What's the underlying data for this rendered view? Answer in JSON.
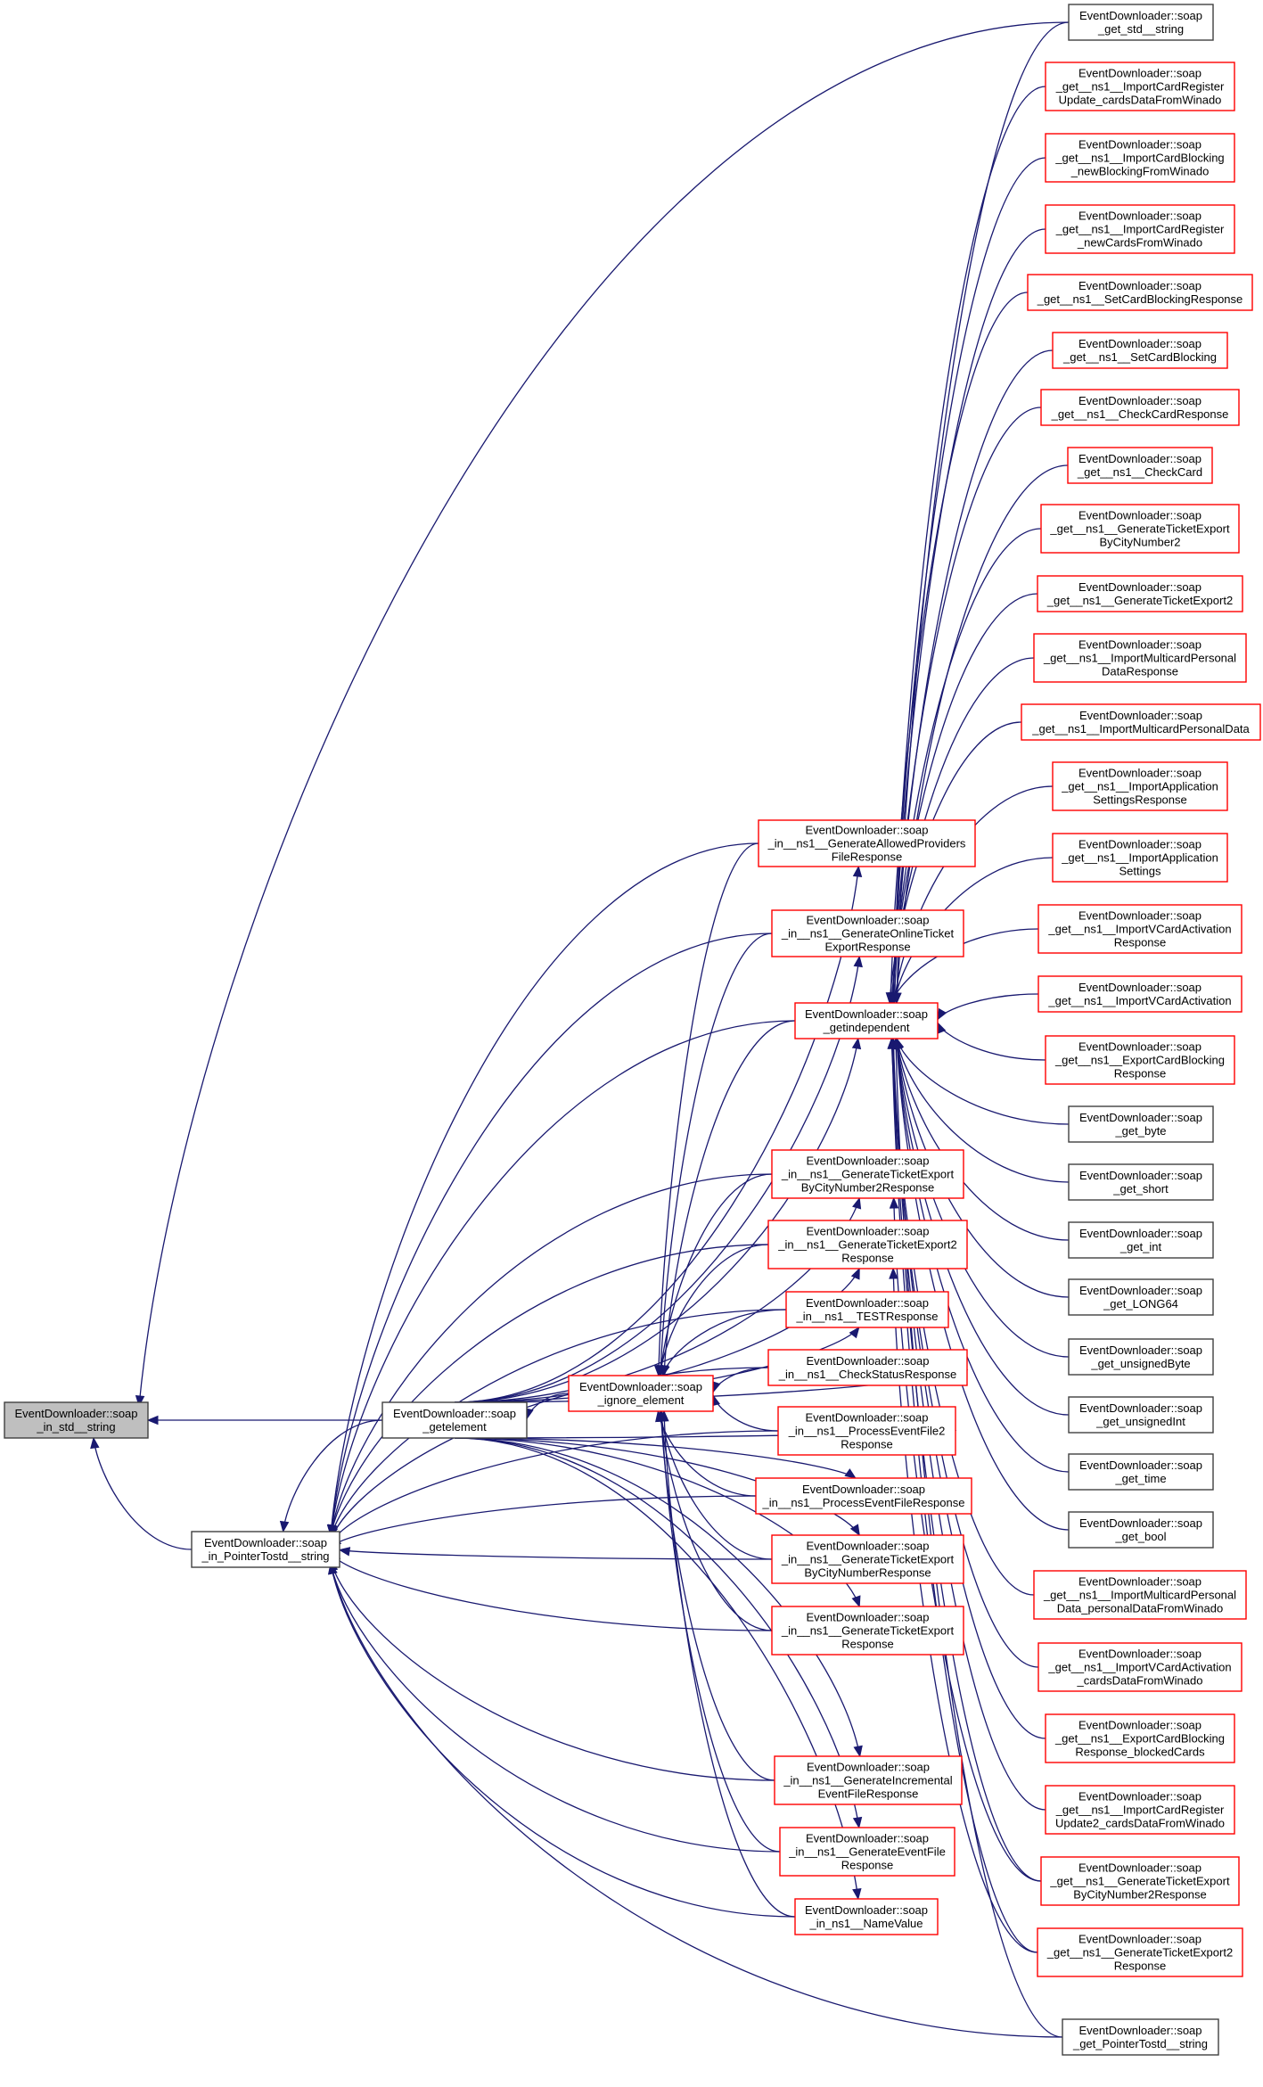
{
  "graph": {
    "type": "caller-graph",
    "colors": {
      "edge": "#191970",
      "root_fill": "#bfbfbf",
      "normal_border": "#404040",
      "linked_border": "#ff0000",
      "fill": "#ffffff"
    },
    "nodes": [
      {
        "id": "root",
        "lines": [
          "EventDownloader::soap",
          "_in_std__string"
        ],
        "style": "root"
      },
      {
        "id": "in_ptr",
        "lines": [
          "EventDownloader::soap",
          "_in_PointerTostd__string"
        ],
        "style": "normal"
      },
      {
        "id": "getelement",
        "lines": [
          "EventDownloader::soap",
          "_getelement"
        ],
        "style": "normal"
      },
      {
        "id": "ignore",
        "lines": [
          "EventDownloader::soap",
          "_ignore_element"
        ],
        "style": "linked"
      },
      {
        "id": "getindep",
        "lines": [
          "EventDownloader::soap",
          "_getindependent"
        ],
        "style": "linked"
      },
      {
        "id": "in_allowed",
        "lines": [
          "EventDownloader::soap",
          "_in__ns1__GenerateAllowedProviders",
          "FileResponse"
        ],
        "style": "linked"
      },
      {
        "id": "in_online",
        "lines": [
          "EventDownloader::soap",
          "_in__ns1__GenerateOnlineTicket",
          "ExportResponse"
        ],
        "style": "linked"
      },
      {
        "id": "in_bycity2",
        "lines": [
          "EventDownloader::soap",
          "_in__ns1__GenerateTicketExport",
          "ByCityNumber2Response"
        ],
        "style": "linked"
      },
      {
        "id": "in_export2",
        "lines": [
          "EventDownloader::soap",
          "_in__ns1__GenerateTicketExport2",
          "Response"
        ],
        "style": "linked"
      },
      {
        "id": "in_test",
        "lines": [
          "EventDownloader::soap",
          "_in__ns1__TESTResponse"
        ],
        "style": "linked"
      },
      {
        "id": "in_checkstatus",
        "lines": [
          "EventDownloader::soap",
          "_in__ns1__CheckStatusResponse"
        ],
        "style": "linked"
      },
      {
        "id": "in_process2",
        "lines": [
          "EventDownloader::soap",
          "_in__ns1__ProcessEventFile2",
          "Response"
        ],
        "style": "linked"
      },
      {
        "id": "in_process",
        "lines": [
          "EventDownloader::soap",
          "_in__ns1__ProcessEventFileResponse"
        ],
        "style": "linked"
      },
      {
        "id": "in_bycity",
        "lines": [
          "EventDownloader::soap",
          "_in__ns1__GenerateTicketExport",
          "ByCityNumberResponse"
        ],
        "style": "linked"
      },
      {
        "id": "in_export",
        "lines": [
          "EventDownloader::soap",
          "_in__ns1__GenerateTicketExport",
          "Response"
        ],
        "style": "linked"
      },
      {
        "id": "in_incremental",
        "lines": [
          "EventDownloader::soap",
          "_in__ns1__GenerateIncremental",
          "EventFileResponse"
        ],
        "style": "linked"
      },
      {
        "id": "in_eventfile",
        "lines": [
          "EventDownloader::soap",
          "_in__ns1__GenerateEventFile",
          "Response"
        ],
        "style": "linked"
      },
      {
        "id": "in_namevalue",
        "lines": [
          "EventDownloader::soap",
          "_in_ns1__NameValue"
        ],
        "style": "linked"
      },
      {
        "id": "get_std_string",
        "lines": [
          "EventDownloader::soap",
          "_get_std__string"
        ],
        "style": "normal"
      },
      {
        "id": "get_icr_update",
        "lines": [
          "EventDownloader::soap",
          "_get__ns1__ImportCardRegister",
          "Update_cardsDataFromWinado"
        ],
        "style": "linked"
      },
      {
        "id": "get_icb_new",
        "lines": [
          "EventDownloader::soap",
          "_get__ns1__ImportCardBlocking",
          "_newBlockingFromWinado"
        ],
        "style": "linked"
      },
      {
        "id": "get_icr_new",
        "lines": [
          "EventDownloader::soap",
          "_get__ns1__ImportCardRegister",
          "_newCardsFromWinado"
        ],
        "style": "linked"
      },
      {
        "id": "get_setblock_resp",
        "lines": [
          "EventDownloader::soap",
          "_get__ns1__SetCardBlockingResponse"
        ],
        "style": "linked"
      },
      {
        "id": "get_setblock",
        "lines": [
          "EventDownloader::soap",
          "_get__ns1__SetCardBlocking"
        ],
        "style": "linked"
      },
      {
        "id": "get_checkcard_resp",
        "lines": [
          "EventDownloader::soap",
          "_get__ns1__CheckCardResponse"
        ],
        "style": "linked"
      },
      {
        "id": "get_checkcard",
        "lines": [
          "EventDownloader::soap",
          "_get__ns1__CheckCard"
        ],
        "style": "linked"
      },
      {
        "id": "get_bycity2",
        "lines": [
          "EventDownloader::soap",
          "_get__ns1__GenerateTicketExport",
          "ByCityNumber2"
        ],
        "style": "linked"
      },
      {
        "id": "get_export2",
        "lines": [
          "EventDownloader::soap",
          "_get__ns1__GenerateTicketExport2"
        ],
        "style": "linked"
      },
      {
        "id": "get_impmulti_resp",
        "lines": [
          "EventDownloader::soap",
          "_get__ns1__ImportMulticardPersonal",
          "DataResponse"
        ],
        "style": "linked"
      },
      {
        "id": "get_impmulti",
        "lines": [
          "EventDownloader::soap",
          "_get__ns1__ImportMulticardPersonalData"
        ],
        "style": "linked"
      },
      {
        "id": "get_appsettings_resp",
        "lines": [
          "EventDownloader::soap",
          "_get__ns1__ImportApplication",
          "SettingsResponse"
        ],
        "style": "linked"
      },
      {
        "id": "get_appsettings",
        "lines": [
          "EventDownloader::soap",
          "_get__ns1__ImportApplication",
          "Settings"
        ],
        "style": "linked"
      },
      {
        "id": "get_vcard_resp",
        "lines": [
          "EventDownloader::soap",
          "_get__ns1__ImportVCardActivation",
          "Response"
        ],
        "style": "linked"
      },
      {
        "id": "get_vcard",
        "lines": [
          "EventDownloader::soap",
          "_get__ns1__ImportVCardActivation"
        ],
        "style": "linked"
      },
      {
        "id": "get_exportblock_resp",
        "lines": [
          "EventDownloader::soap",
          "_get__ns1__ExportCardBlocking",
          "Response"
        ],
        "style": "linked"
      },
      {
        "id": "get_byte",
        "lines": [
          "EventDownloader::soap",
          "_get_byte"
        ],
        "style": "normal"
      },
      {
        "id": "get_short",
        "lines": [
          "EventDownloader::soap",
          "_get_short"
        ],
        "style": "normal"
      },
      {
        "id": "get_int",
        "lines": [
          "EventDownloader::soap",
          "_get_int"
        ],
        "style": "normal"
      },
      {
        "id": "get_long64",
        "lines": [
          "EventDownloader::soap",
          "_get_LONG64"
        ],
        "style": "normal"
      },
      {
        "id": "get_ubyte",
        "lines": [
          "EventDownloader::soap",
          "_get_unsignedByte"
        ],
        "style": "normal"
      },
      {
        "id": "get_uint",
        "lines": [
          "EventDownloader::soap",
          "_get_unsignedInt"
        ],
        "style": "normal"
      },
      {
        "id": "get_time",
        "lines": [
          "EventDownloader::soap",
          "_get_time"
        ],
        "style": "normal"
      },
      {
        "id": "get_bool",
        "lines": [
          "EventDownloader::soap",
          "_get_bool"
        ],
        "style": "normal"
      },
      {
        "id": "get_impmulti_pd",
        "lines": [
          "EventDownloader::soap",
          "_get__ns1__ImportMulticardPersonal",
          "Data_personalDataFromWinado"
        ],
        "style": "linked"
      },
      {
        "id": "get_vcard_cards",
        "lines": [
          "EventDownloader::soap",
          "_get__ns1__ImportVCardActivation",
          "_cardsDataFromWinado"
        ],
        "style": "linked"
      },
      {
        "id": "get_exportblock_cards",
        "lines": [
          "EventDownloader::soap",
          "_get__ns1__ExportCardBlocking",
          "Response_blockedCards"
        ],
        "style": "linked"
      },
      {
        "id": "get_icr_update2",
        "lines": [
          "EventDownloader::soap",
          "_get__ns1__ImportCardRegister",
          "Update2_cardsDataFromWinado"
        ],
        "style": "linked"
      },
      {
        "id": "get_bycity2_resp",
        "lines": [
          "EventDownloader::soap",
          "_get__ns1__GenerateTicketExport",
          "ByCityNumber2Response"
        ],
        "style": "linked"
      },
      {
        "id": "get_export2_resp",
        "lines": [
          "EventDownloader::soap",
          "_get__ns1__GenerateTicketExport2",
          "Response"
        ],
        "style": "linked"
      },
      {
        "id": "get_ptr_string",
        "lines": [
          "EventDownloader::soap",
          "_get_PointerTostd__string"
        ],
        "style": "normal"
      }
    ],
    "edges": [
      [
        "get_std_string",
        "root"
      ],
      [
        "getelement",
        "root"
      ],
      [
        "in_ptr",
        "root"
      ],
      [
        "getelement",
        "in_ptr"
      ],
      [
        "ignore",
        "getelement"
      ],
      [
        "in_allowed",
        "in_ptr"
      ],
      [
        "in_online",
        "in_ptr"
      ],
      [
        "getindep",
        "in_ptr"
      ],
      [
        "in_bycity2",
        "in_ptr"
      ],
      [
        "in_export2",
        "in_ptr"
      ],
      [
        "in_test",
        "in_ptr"
      ],
      [
        "in_checkstatus",
        "in_ptr"
      ],
      [
        "in_process2",
        "in_ptr"
      ],
      [
        "in_process",
        "in_ptr"
      ],
      [
        "in_bycity",
        "in_ptr"
      ],
      [
        "in_export",
        "in_ptr"
      ],
      [
        "in_incremental",
        "in_ptr"
      ],
      [
        "in_eventfile",
        "in_ptr"
      ],
      [
        "in_namevalue",
        "in_ptr"
      ],
      [
        "get_ptr_string",
        "in_ptr"
      ],
      [
        "getelement",
        "in_allowed"
      ],
      [
        "getelement",
        "in_online"
      ],
      [
        "getelement",
        "in_bycity2"
      ],
      [
        "getelement",
        "in_export2"
      ],
      [
        "getelement",
        "in_test"
      ],
      [
        "getelement",
        "in_checkstatus"
      ],
      [
        "getelement",
        "in_process2"
      ],
      [
        "getelement",
        "in_process"
      ],
      [
        "getelement",
        "in_bycity"
      ],
      [
        "getelement",
        "in_export"
      ],
      [
        "getelement",
        "in_incremental"
      ],
      [
        "getelement",
        "in_eventfile"
      ],
      [
        "getelement",
        "in_namevalue"
      ],
      [
        "getelement",
        "getindep"
      ],
      [
        "in_allowed",
        "ignore"
      ],
      [
        "in_online",
        "ignore"
      ],
      [
        "getindep",
        "ignore"
      ],
      [
        "in_bycity2",
        "ignore"
      ],
      [
        "in_export2",
        "ignore"
      ],
      [
        "in_test",
        "ignore"
      ],
      [
        "in_checkstatus",
        "ignore"
      ],
      [
        "in_process2",
        "ignore"
      ],
      [
        "in_process",
        "ignore"
      ],
      [
        "in_bycity",
        "ignore"
      ],
      [
        "in_export",
        "ignore"
      ],
      [
        "in_incremental",
        "ignore"
      ],
      [
        "in_eventfile",
        "ignore"
      ],
      [
        "in_namevalue",
        "ignore"
      ],
      [
        "get_icr_update",
        "getindep"
      ],
      [
        "get_icb_new",
        "getindep"
      ],
      [
        "get_icr_new",
        "getindep"
      ],
      [
        "get_setblock_resp",
        "getindep"
      ],
      [
        "get_setblock",
        "getindep"
      ],
      [
        "get_checkcard_resp",
        "getindep"
      ],
      [
        "get_checkcard",
        "getindep"
      ],
      [
        "get_bycity2",
        "getindep"
      ],
      [
        "get_export2",
        "getindep"
      ],
      [
        "get_impmulti_resp",
        "getindep"
      ],
      [
        "get_impmulti",
        "getindep"
      ],
      [
        "get_appsettings_resp",
        "getindep"
      ],
      [
        "get_appsettings",
        "getindep"
      ],
      [
        "get_vcard_resp",
        "getindep"
      ],
      [
        "get_vcard",
        "getindep"
      ],
      [
        "get_exportblock_resp",
        "getindep"
      ],
      [
        "get_byte",
        "getindep"
      ],
      [
        "get_short",
        "getindep"
      ],
      [
        "get_int",
        "getindep"
      ],
      [
        "get_long64",
        "getindep"
      ],
      [
        "get_ubyte",
        "getindep"
      ],
      [
        "get_uint",
        "getindep"
      ],
      [
        "get_time",
        "getindep"
      ],
      [
        "get_bool",
        "getindep"
      ],
      [
        "get_impmulti_pd",
        "getindep"
      ],
      [
        "get_vcard_cards",
        "getindep"
      ],
      [
        "get_exportblock_cards",
        "getindep"
      ],
      [
        "get_icr_update2",
        "getindep"
      ],
      [
        "get_bycity2_resp",
        "getindep"
      ],
      [
        "get_export2_resp",
        "getindep"
      ],
      [
        "get_ptr_string",
        "getindep"
      ],
      [
        "get_std_string",
        "getindep"
      ],
      [
        "get_bycity2_resp",
        "in_bycity2"
      ],
      [
        "get_export2_resp",
        "in_export2"
      ]
    ]
  }
}
